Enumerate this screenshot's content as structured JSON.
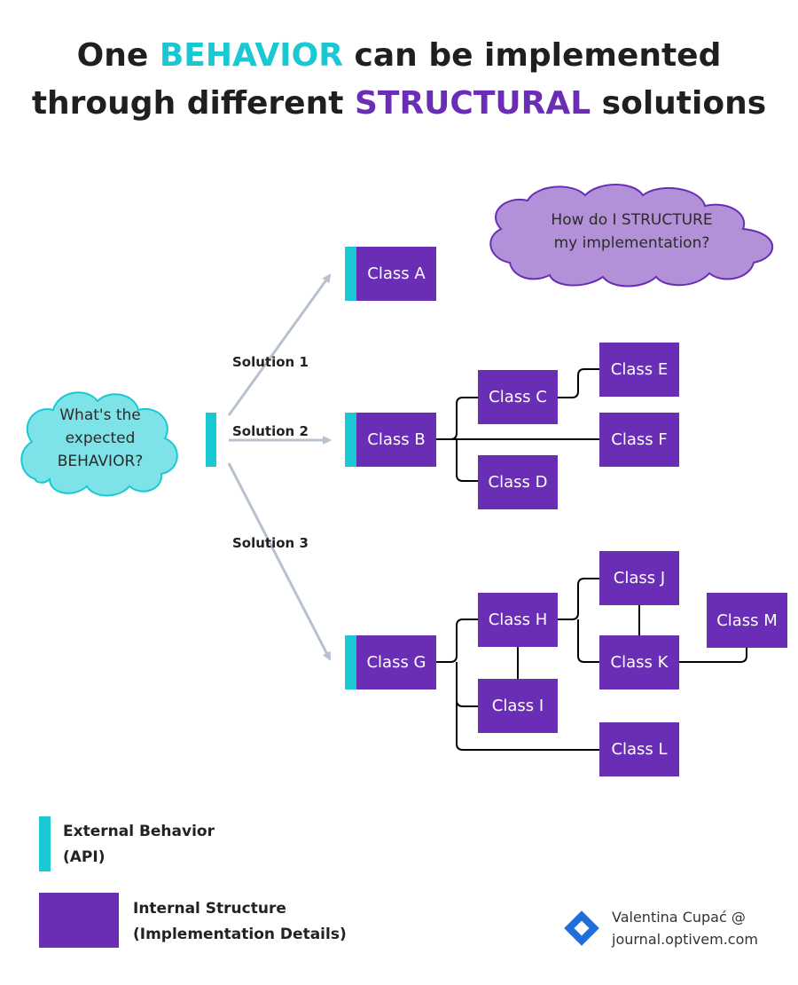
{
  "title": {
    "line1_prefix": "One ",
    "line1_behavior": "BEHAVIOR",
    "line1_suffix": " can be implemented",
    "line2_prefix": "through different ",
    "line2_structural": "STRUCTURAL",
    "line2_suffix": " solutions"
  },
  "clouds": {
    "behavior": [
      "What's the",
      "expected",
      "BEHAVIOR?"
    ],
    "structure": [
      "How do I STRUCTURE",
      "my implementation?"
    ]
  },
  "solutions": [
    "Solution 1",
    "Solution 2",
    "Solution 3"
  ],
  "classes": {
    "a": "Class A",
    "b": "Class B",
    "c": "Class C",
    "d": "Class D",
    "e": "Class E",
    "f": "Class F",
    "g": "Class G",
    "h": "Class H",
    "i": "Class I",
    "j": "Class J",
    "k": "Class K",
    "l": "Class L",
    "m": "Class M"
  },
  "legend": {
    "external": [
      "External Behavior",
      "(API)"
    ],
    "internal": [
      "Internal Structure",
      "(Implementation Details)"
    ]
  },
  "credit": [
    "Valentina Cupać @",
    "journal.optivem.com"
  ],
  "colors": {
    "behavior_cyan": "#1ac8d3",
    "structure_purple": "#6a2db5",
    "cloud_cyan_fill": "#7ee3e8",
    "cloud_purple_fill": "#b391d9",
    "arrow_gray": "#b8c2cf",
    "logo_blue": "#1e6fd9"
  }
}
